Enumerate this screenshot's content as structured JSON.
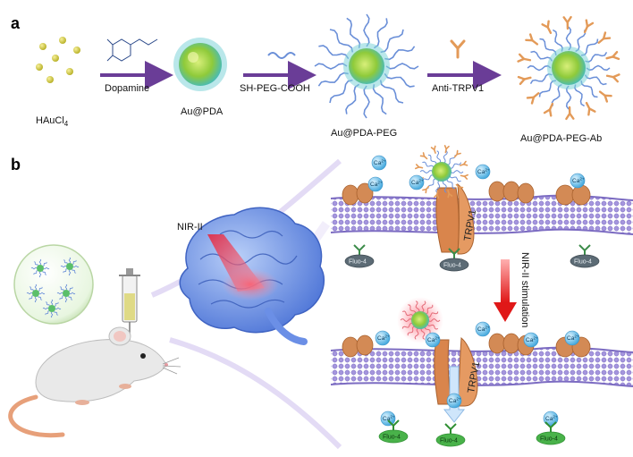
{
  "panel_a": {
    "label": "a",
    "steps": [
      {
        "arrow_label": "Dopamine"
      },
      {
        "arrow_label": "SH-PEG-COOH"
      },
      {
        "arrow_label": "Anti-TRPV1"
      }
    ],
    "species": {
      "precursor_base": "HAuCl",
      "precursor_sub": "4",
      "core": "Au@PDA",
      "peg": "Au@PDA-PEG",
      "ab": "Au@PDA-PEG-Ab"
    }
  },
  "panel_b": {
    "label": "b",
    "laser_label": "NIR-II",
    "stimulation_label": "NIR-II stimulation",
    "channel_label": "TRPV1",
    "ion_base": "Ca",
    "ion_sup": "2+",
    "indicator": "Fluo-4"
  },
  "colors": {
    "arrow": "#6a3d97",
    "gold_np": "#c9c234",
    "np_core": "#a6d23a",
    "np_shell": "#57c7c4",
    "peg": "#6a8fd8",
    "antibody": "#e39a58",
    "membrane": "#9b8bd6",
    "membrane_dark": "#6e5fb5",
    "channel": "#d9854c",
    "ion": "#6cc3ea",
    "fluo_off": "#5c6b75",
    "fluo_on": "#49b24a",
    "brain": "#5d84e0",
    "laser": "#e0304a",
    "red_arrow": "#e01818"
  },
  "icons": {
    "syringe": "syringe-icon",
    "mouse": "mouse-icon",
    "brain": "brain-icon",
    "ion": "calcium-ion-icon",
    "antibody": "antibody-icon"
  }
}
